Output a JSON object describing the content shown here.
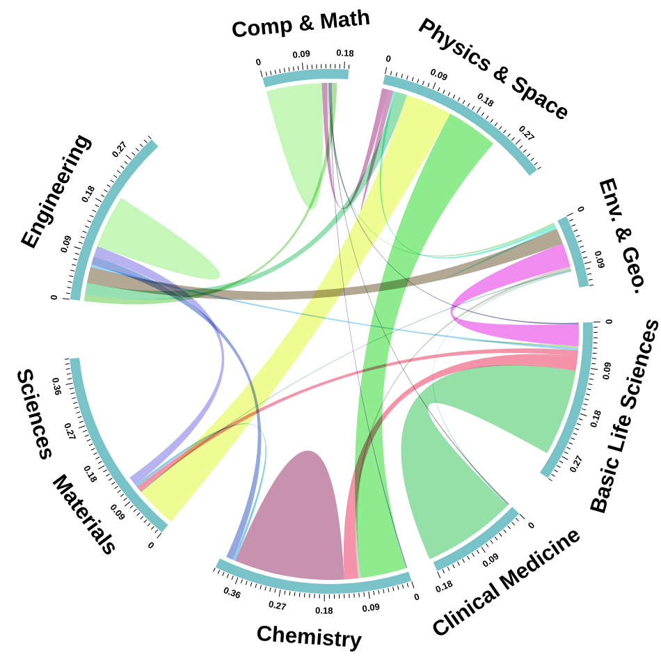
{
  "chart_data": {
    "type": "chord",
    "arc_color": "#79c3c8",
    "sectors": [
      {
        "name": "Comp & Math",
        "total": 0.19,
        "ticks": [
          0,
          0.09,
          0.18
        ],
        "label_segments": [
          "Comp & Math"
        ]
      },
      {
        "name": "Physics & Space",
        "total": 0.33,
        "ticks": [
          0,
          0.09,
          0.18,
          0.27
        ],
        "label_segments": [
          "Physics & Space"
        ]
      },
      {
        "name": "Env. & Geo.",
        "total": 0.13,
        "ticks": [
          0,
          0.09
        ],
        "label_segments": [
          "Env. & Geo."
        ]
      },
      {
        "name": "Basic Life Sciences",
        "total": 0.32,
        "ticks": [
          0,
          0.09,
          0.18,
          0.27
        ],
        "label_segments": [
          "Basic Life Sciences"
        ]
      },
      {
        "name": "Clinical Medicine",
        "total": 0.18,
        "ticks": [
          0,
          0.09,
          0.18
        ],
        "label_segments": [
          "Clinical Medicine"
        ]
      },
      {
        "name": "Chemistry",
        "total": 0.41,
        "ticks": [
          0,
          0.09,
          0.18,
          0.27,
          0.36
        ],
        "label_segments": [
          "Chemistry"
        ]
      },
      {
        "name": "Materials Sciences",
        "total": 0.41,
        "ticks": [
          0,
          0.09,
          0.18,
          0.27,
          0.36
        ],
        "label_segments": [
          "Materials",
          "Sciences"
        ]
      },
      {
        "name": "Engineering",
        "total": 0.32,
        "ticks": [
          0,
          0.09,
          0.18,
          0.27
        ],
        "label_segments": [
          "Engineering"
        ]
      }
    ],
    "flows": [
      {
        "from": "Comp & Math",
        "to": "Comp & Math",
        "value": 0.13,
        "color": "#9ef08c"
      },
      {
        "from": "Comp & Math",
        "to": "Physics & Space",
        "value": 0.012,
        "color": "#b4549a"
      },
      {
        "from": "Comp & Math",
        "to": "Env. & Geo.",
        "value": 0.004,
        "color": "#8fd68a"
      },
      {
        "from": "Comp & Math",
        "to": "Basic Life Sciences",
        "value": 0.003,
        "color": "#4a4a8a"
      },
      {
        "from": "Comp & Math",
        "to": "Chemistry",
        "value": 0.002,
        "color": "#5a4ad6"
      },
      {
        "from": "Comp & Math",
        "to": "Clinical Medicine",
        "value": 0.002,
        "color": "#555555"
      },
      {
        "from": "Comp & Math",
        "to": "Engineering",
        "value": 0.012,
        "color": "#7ed36a"
      },
      {
        "from": "Physics & Space",
        "to": "Physics & Space",
        "value": 0.01,
        "color": "#b4549a"
      },
      {
        "from": "Physics & Space",
        "to": "Env. & Geo.",
        "value": 0.005,
        "color": "#4fe3c8"
      },
      {
        "from": "Physics & Space",
        "to": "Engineering",
        "value": 0.022,
        "color": "#5fcf8a"
      },
      {
        "from": "Physics & Space",
        "to": "Materials Sciences",
        "value": 0.09,
        "color": "#e6fa5a"
      },
      {
        "from": "Physics & Space",
        "to": "Chemistry",
        "value": 0.1,
        "color": "#52e052"
      },
      {
        "from": "Env. & Geo.",
        "to": "Env. & Geo.",
        "value": 0.004,
        "color": "#4fe3c8"
      },
      {
        "from": "Env. & Geo.",
        "to": "Engineering",
        "value": 0.03,
        "color": "#8a7a5a"
      },
      {
        "from": "Env. & Geo.",
        "to": "Basic Life Sciences",
        "value": 0.045,
        "color": "#e84de8"
      },
      {
        "from": "Env. & Geo.",
        "to": "Chemistry",
        "value": 0.006,
        "color": "#b8bca8"
      },
      {
        "from": "Env. & Geo.",
        "to": "Materials Sciences",
        "value": 0.002,
        "color": "#5aa4a0"
      },
      {
        "from": "Env. & Geo.",
        "to": "Clinical Medicine",
        "value": 0.002,
        "color": "#6ac8c0"
      },
      {
        "from": "Basic Life Sciences",
        "to": "Basic Life Sciences",
        "value": 0.004,
        "color": "#8ccf6a"
      },
      {
        "from": "Basic Life Sciences",
        "to": "Engineering",
        "value": 0.005,
        "color": "#6ac0f0"
      },
      {
        "from": "Basic Life Sciences",
        "to": "Materials Sciences",
        "value": 0.012,
        "color": "#f05a7a"
      },
      {
        "from": "Basic Life Sciences",
        "to": "Chemistry",
        "value": 0.03,
        "color": "#f05a7a"
      },
      {
        "from": "Basic Life Sciences",
        "to": "Clinical Medicine",
        "value": 0.18,
        "color": "#5ccf7a"
      },
      {
        "from": "Chemistry",
        "to": "Chemistry",
        "value": 0.24,
        "color": "#a14a7a"
      },
      {
        "from": "Chemistry",
        "to": "Materials Sciences",
        "value": 0.006,
        "color": "#4fb0d8"
      },
      {
        "from": "Chemistry",
        "to": "Engineering",
        "value": 0.015,
        "color": "#5a7ad0"
      },
      {
        "from": "Materials Sciences",
        "to": "Engineering",
        "value": 0.02,
        "color": "#8f8ae8"
      },
      {
        "from": "Engineering",
        "to": "Engineering",
        "value": 0.1,
        "color": "#9ef08c"
      }
    ]
  }
}
